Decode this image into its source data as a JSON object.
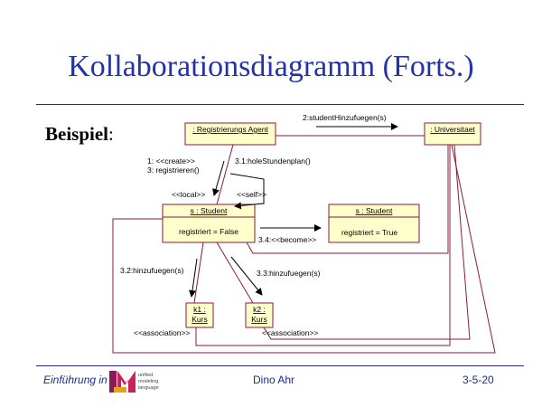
{
  "slide": {
    "title": "Kollaborationsdiagramm (Forts.)",
    "heading": "Beispiel",
    "heading_colon": ":"
  },
  "diagram": {
    "objects": {
      "registrierungs_agent": ": Registrierungs Agent",
      "universitaet": ": Universitaet",
      "student_left": "s : Student",
      "student_left_attr": "registriert = False",
      "student_right": "s : Student",
      "student_right_attr": "registriert = True",
      "kurs1_name": "k1 :",
      "kurs1_class": "Kurs",
      "kurs2_name": "k2 :",
      "kurs2_class": "Kurs"
    },
    "messages": {
      "student_hinzufuegen": "2:studentHinzufuegen(s)",
      "create": "1: <<create>>",
      "registrieren": "3: registrieren()",
      "hole_stundenplan": "3.1:holeStundenplan()",
      "become": "3.4:<<become>>",
      "hinzufuegen_k1": "3.2:hinzufuegen(s)",
      "hinzufuegen_k2": "3.3:hinzufuegen(s)"
    },
    "stereotypes": {
      "local": "<<local>>",
      "self": "<<self>>",
      "association_1": "<<association>>",
      "association_2": "<<association>>"
    },
    "colors": {
      "object_fill": "#ffffcc",
      "link": "#8b1a3a",
      "arrow": "#000000"
    }
  },
  "footer": {
    "left": "Einführung in",
    "logo_text": "unified modeling language",
    "center": "Dino Ahr",
    "right": "3-5-20"
  }
}
